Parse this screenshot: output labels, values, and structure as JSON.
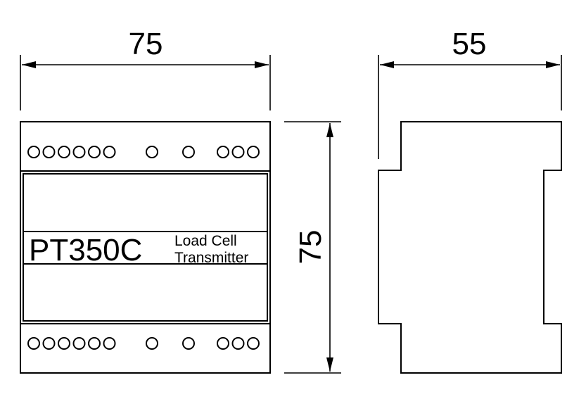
{
  "dimensions": {
    "width": "75",
    "depth": "55",
    "height": "75"
  },
  "front_view": {
    "model": "PT350C",
    "description_line1": "Load Cell",
    "description_line2": "Transmitter",
    "terminal_groups": [
      6,
      1,
      1,
      3
    ]
  },
  "colors": {
    "stroke": "#000000",
    "background": "#ffffff"
  }
}
